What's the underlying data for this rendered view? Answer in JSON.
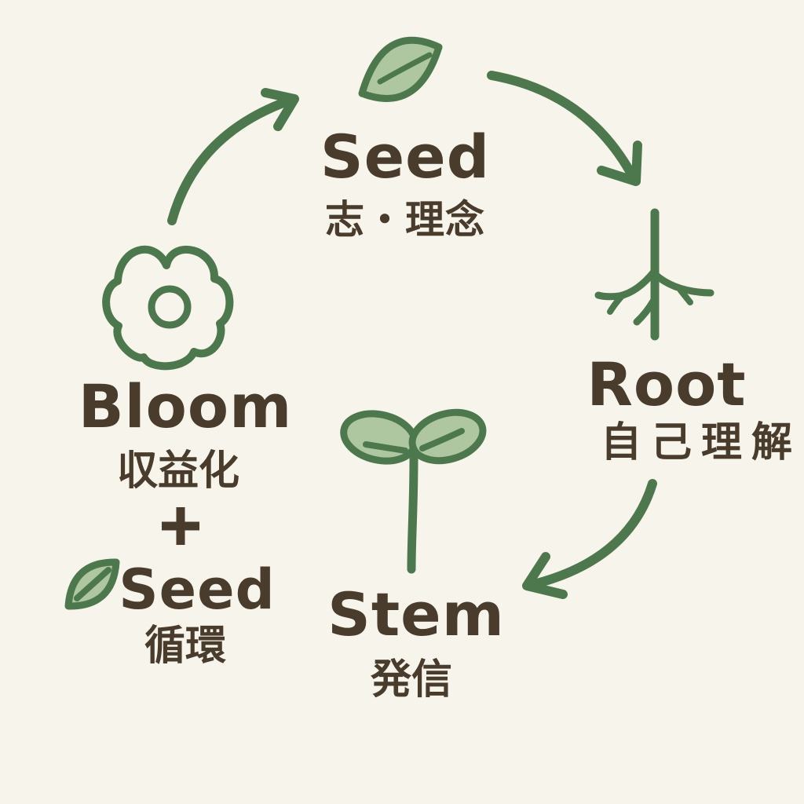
{
  "title": "Seed – Root – Stem – Bloom growth cycle diagram",
  "palette": {
    "background": "#f7f4ec",
    "green": "#4d784d",
    "leaf_fill": "#aec7a1",
    "text_brown": "#4a3c2d"
  },
  "nodes": {
    "seed": {
      "label": "Seed",
      "sublabel": "志・理念",
      "icon": "leaf-icon"
    },
    "root": {
      "label": "Root",
      "sublabel": "自己理解",
      "icon": "roots-icon"
    },
    "stem": {
      "label": "Stem",
      "sublabel": "発信",
      "icon": "sprout-icon"
    },
    "bloom": {
      "label": "Bloom",
      "sublabel": "収益化",
      "icon": "flower-icon"
    },
    "seed_return": {
      "connector_symbol": "＋",
      "label": "Seed",
      "sublabel": "循環",
      "icon": "leaf-icon"
    }
  },
  "arrows": [
    {
      "from": "bloom",
      "to": "seed"
    },
    {
      "from": "seed",
      "to": "root"
    },
    {
      "from": "root",
      "to": "stem"
    }
  ]
}
